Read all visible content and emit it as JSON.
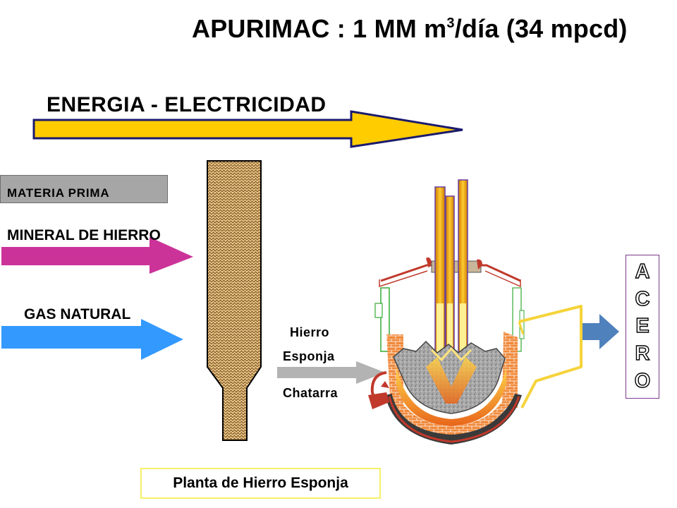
{
  "title": {
    "prefix": "APURIMAC : 1  MM m",
    "sup": "3",
    "suffix": "/día (34 mpcd)"
  },
  "energy": {
    "label": "ENERGIA - ELECTRICIDAD"
  },
  "materia_prima": {
    "label": "MATERIA PRIMA"
  },
  "inputs": {
    "mineral": "MINERAL DE HIERRO",
    "gas": "GAS NATURAL"
  },
  "furnace_inputs": {
    "hierro": "Hierro",
    "esponja": "Esponja",
    "chatarra": "Chatarra"
  },
  "product": {
    "letters": [
      "A",
      "C",
      "E",
      "R",
      "O"
    ]
  },
  "plant": {
    "label": "Planta de Hierro Esponja"
  },
  "colors": {
    "energy_arrow": "#ffcc00",
    "energy_outline": "#1a1a6e",
    "mineral_arrow": "#cc3399",
    "gas_arrow": "#3399ff",
    "product_arrow": "#4f81bd",
    "scrap_arrow": "#b3b3b3",
    "reactor_fill": "#e6c38a",
    "electrode": "#ffaa00",
    "brick": "#f08a3c"
  }
}
